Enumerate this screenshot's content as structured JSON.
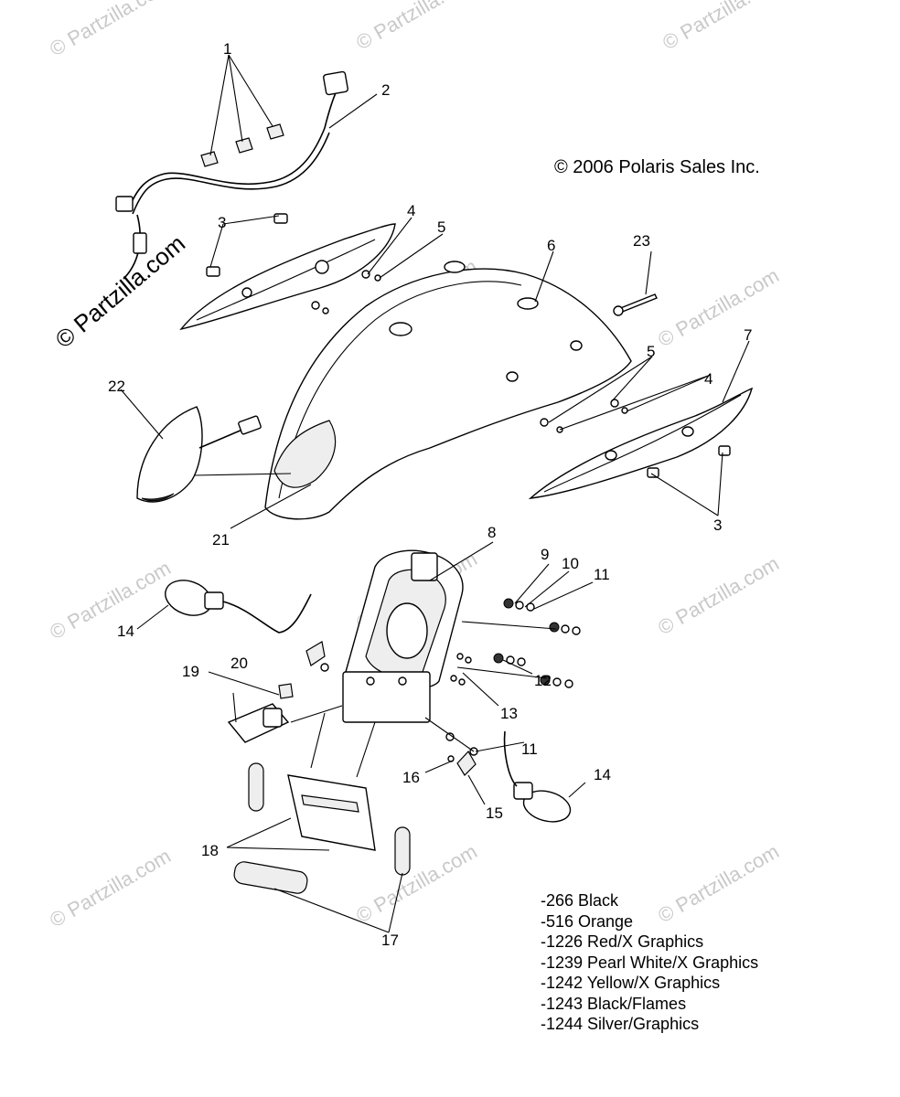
{
  "copyright": "© 2006 Polaris Sales Inc.",
  "watermark": "© Partzilla.com",
  "callouts": {
    "c1": "1",
    "c2": "2",
    "c3a": "3",
    "c3b": "3",
    "c4a": "4",
    "c4b": "4",
    "c5a": "5",
    "c5b": "5",
    "c6": "6",
    "c7": "7",
    "c8": "8",
    "c9": "9",
    "c10": "10",
    "c11a": "11",
    "c11b": "11",
    "c12": "12",
    "c13": "13",
    "c14a": "14",
    "c14b": "14",
    "c15": "15",
    "c16": "16",
    "c17": "17",
    "c18": "18",
    "c19": "19",
    "c20": "20",
    "c21": "21",
    "c22": "22",
    "c23": "23"
  },
  "color_codes": [
    "-266  Black",
    "-516  Orange",
    "-1226 Red/X Graphics",
    "-1239 Pearl White/X Graphics",
    "-1242 Yellow/X Graphics",
    "-1243 Black/Flames",
    "-1244 Silver/Graphics"
  ]
}
